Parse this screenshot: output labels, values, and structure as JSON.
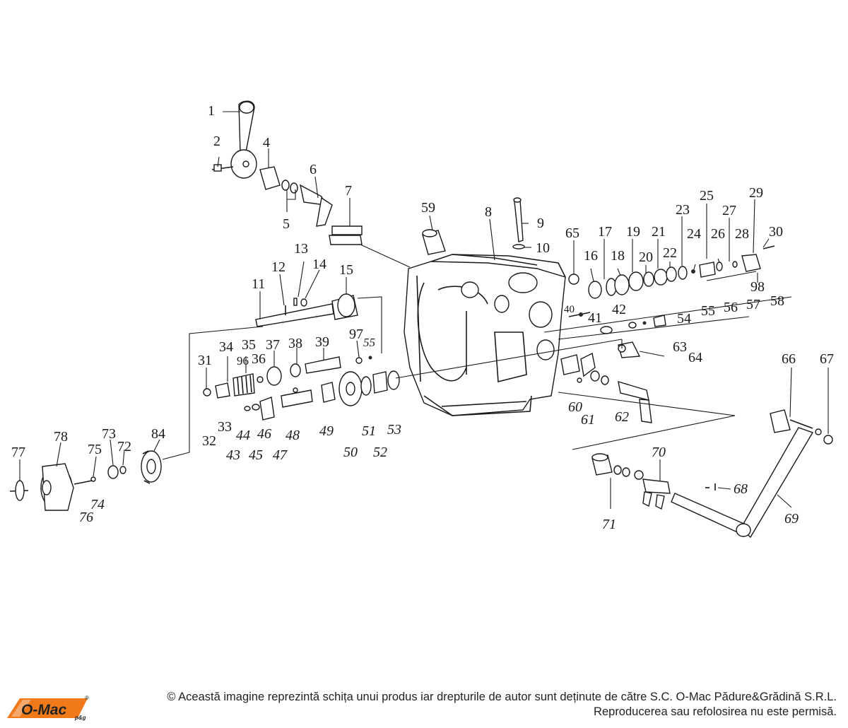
{
  "diagram": {
    "part_numbers": [
      "1",
      "2",
      "4",
      "5",
      "6",
      "7",
      "59",
      "8",
      "9",
      "10",
      "65",
      "17",
      "19",
      "21",
      "23",
      "25",
      "27",
      "29",
      "30",
      "16",
      "18",
      "20",
      "22",
      "24",
      "26",
      "28",
      "98",
      "42",
      "40",
      "41",
      "54",
      "55",
      "56",
      "57",
      "58",
      "63",
      "64",
      "12",
      "13",
      "14",
      "11",
      "15",
      "97",
      "55",
      "39",
      "38",
      "37",
      "36",
      "35",
      "34",
      "96",
      "31",
      "32",
      "33",
      "44",
      "43",
      "46",
      "45",
      "47",
      "48",
      "49",
      "50",
      "51",
      "52",
      "53",
      "60",
      "61",
      "62",
      "66",
      "67",
      "78",
      "77",
      "73",
      "75",
      "72",
      "84",
      "74",
      "76",
      "70",
      "68",
      "71",
      "69"
    ]
  },
  "footer": {
    "logo_text": "O-Mac",
    "logo_sub": "p&g",
    "logo_mark": "®",
    "copyright_line1": "© Această imagine reprezintă schița unui produs iar drepturile de autor sunt deținute de către S.C. O-Mac Pădure&Grădină S.R.L.",
    "copyright_line2": "Reproducerea sau refolosirea nu este permisă."
  },
  "colors": {
    "ink": "#1a1a1a",
    "brand_orange": "#f07a1a",
    "brand_dark": "#222222"
  }
}
